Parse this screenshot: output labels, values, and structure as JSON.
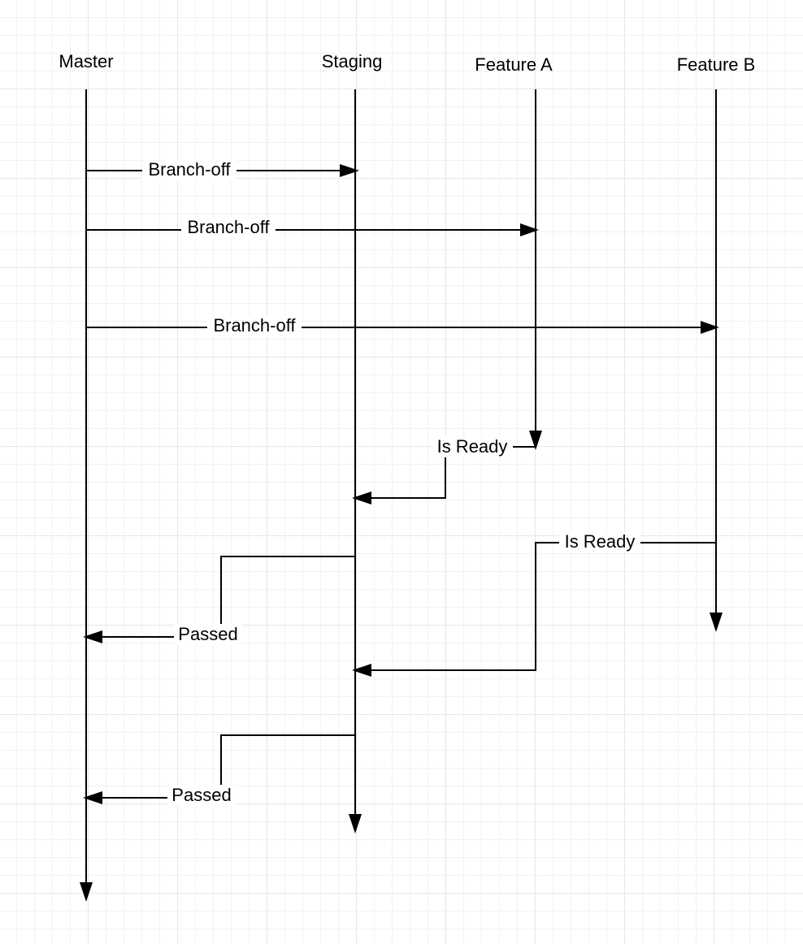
{
  "lanes": {
    "master": "Master",
    "staging": "Staging",
    "feature_a": "Feature A",
    "feature_b": "Feature B"
  },
  "messages": [
    {
      "id": "branch-off-staging",
      "from": "Master",
      "to": "Staging",
      "label": "Branch-off"
    },
    {
      "id": "branch-off-feature-a",
      "from": "Master",
      "to": "Feature A",
      "label": "Branch-off"
    },
    {
      "id": "branch-off-feature-b",
      "from": "Master",
      "to": "Feature B",
      "label": "Branch-off"
    },
    {
      "id": "feature-a-is-ready",
      "from": "Feature A",
      "to": "Staging",
      "label": "Is Ready"
    },
    {
      "id": "staging-passed-1",
      "from": "Staging",
      "to": "Master",
      "label": "Passed"
    },
    {
      "id": "feature-b-is-ready",
      "from": "Feature B",
      "to": "Staging",
      "label": "Is Ready"
    },
    {
      "id": "staging-passed-2",
      "from": "Staging",
      "to": "Master",
      "label": "Passed"
    }
  ]
}
